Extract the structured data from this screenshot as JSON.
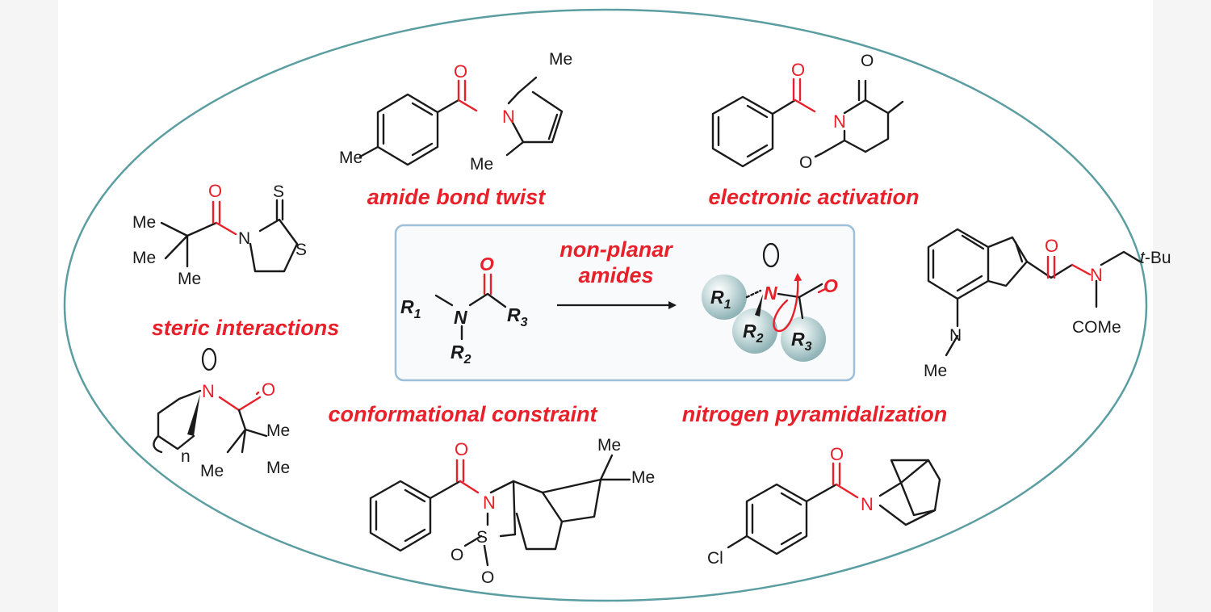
{
  "colors": {
    "ellipse_stroke": "#5b9ea1",
    "accent_red": "#e8202a",
    "box_stroke": "#9dbfd8",
    "box_fill": "#f8fafc",
    "sphere": "#b8d0d2",
    "side_bands": "#f4f5f4"
  },
  "captions": {
    "amide_bond_twist": "amide bond twist",
    "electronic_activation": "electronic activation",
    "steric_interactions": "steric interactions",
    "conformational_constraint": "conformational constraint",
    "nitrogen_pyramidalization": "nitrogen pyramidalization"
  },
  "center": {
    "arrow_label_line1": "non-planar",
    "arrow_label_line2": "amides",
    "left": {
      "r1": "R",
      "r1_sub": "1",
      "n": "N",
      "o": "O",
      "r2": "R",
      "r2_sub": "2",
      "r3": "R",
      "r3_sub": "3"
    },
    "right": {
      "r1": "R",
      "r1_sub": "1",
      "n": "N",
      "o": "O",
      "r2": "R",
      "r2_sub": "2",
      "r3": "R",
      "r3_sub": "3"
    }
  },
  "molecules": {
    "pyrrole": {
      "o": "O",
      "n": "N",
      "me_top": "Me",
      "me_bottom": "Me",
      "me_para": "Me"
    },
    "glutarimide": {
      "o": "O",
      "n": "N",
      "o_top": "O",
      "o_bottom": "O"
    },
    "thiazolidinethione": {
      "o": "O",
      "n": "N",
      "s_thione": "S",
      "s_ring": "S",
      "me1": "Me",
      "me2": "Me",
      "me3": "Me"
    },
    "lactam": {
      "o": "O",
      "n": "N",
      "me1": "Me",
      "me2": "Me",
      "n_sub": "n"
    },
    "sultam": {
      "o": "O",
      "n": "N",
      "s": "S",
      "o1": "O",
      "o2": "O",
      "me1": "Me",
      "me2": "Me"
    },
    "bicyclic": {
      "o": "O",
      "n": "N",
      "cl": "Cl"
    },
    "indole": {
      "o": "O",
      "n_amide": "N",
      "tbu_t": "t",
      "tbu_rest": "-Bu",
      "come": "COMe",
      "n_indole": "N",
      "me": "Me"
    }
  }
}
